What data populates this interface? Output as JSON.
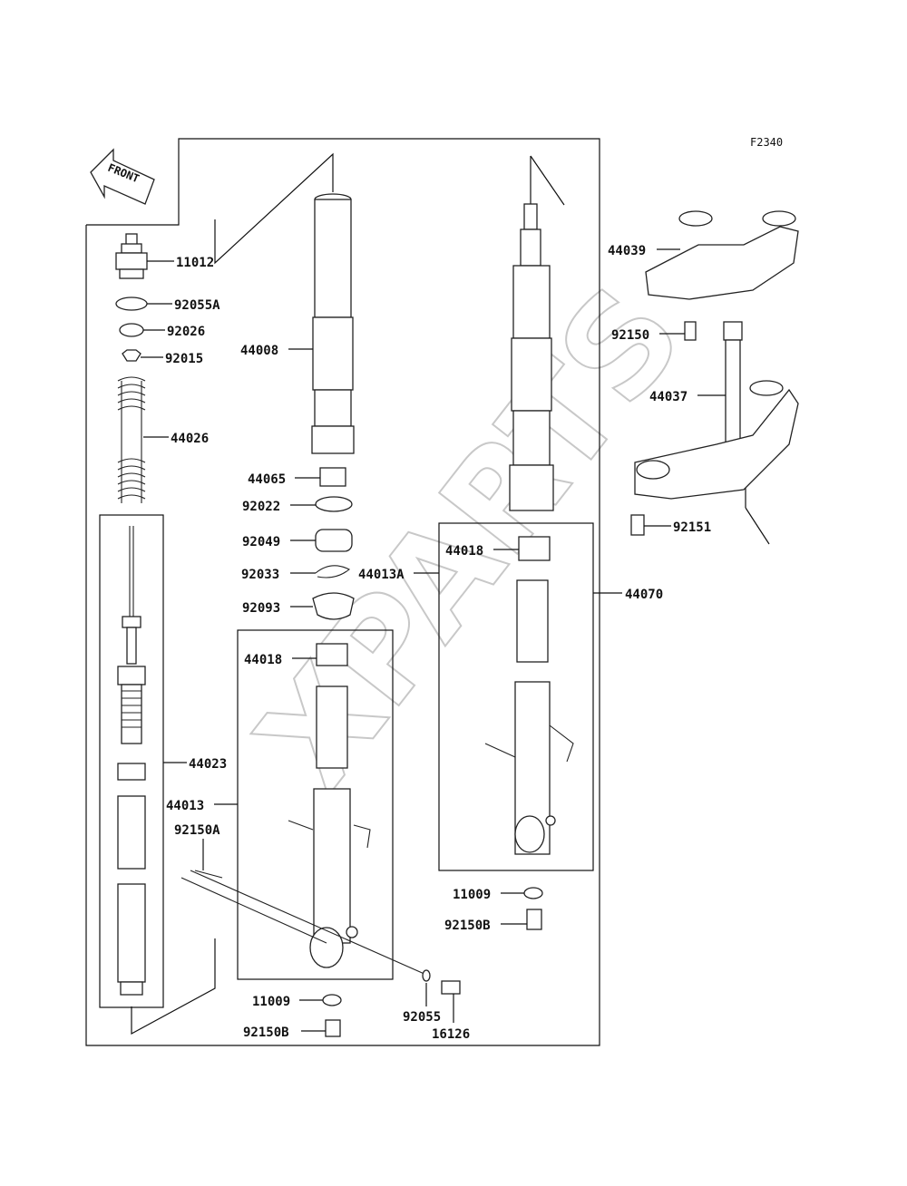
{
  "diagram": {
    "figure_code": "F2340",
    "front_label": "FRONT",
    "watermark": "XPARTS",
    "labels": [
      {
        "id": "11012",
        "text": "11012"
      },
      {
        "id": "92055A",
        "text": "92055A"
      },
      {
        "id": "92026",
        "text": "92026"
      },
      {
        "id": "92015",
        "text": "92015"
      },
      {
        "id": "44026",
        "text": "44026"
      },
      {
        "id": "44008",
        "text": "44008"
      },
      {
        "id": "44065",
        "text": "44065"
      },
      {
        "id": "92022",
        "text": "92022"
      },
      {
        "id": "92049",
        "text": "92049"
      },
      {
        "id": "92033",
        "text": "92033"
      },
      {
        "id": "44013A",
        "text": "44013A"
      },
      {
        "id": "92093",
        "text": "92093"
      },
      {
        "id": "44018a",
        "text": "44018"
      },
      {
        "id": "44018b",
        "text": "44018"
      },
      {
        "id": "44023",
        "text": "44023"
      },
      {
        "id": "44013",
        "text": "44013"
      },
      {
        "id": "92150A",
        "text": "92150A"
      },
      {
        "id": "44070",
        "text": "44070"
      },
      {
        "id": "44039",
        "text": "44039"
      },
      {
        "id": "92150",
        "text": "92150"
      },
      {
        "id": "44037",
        "text": "44037"
      },
      {
        "id": "92151",
        "text": "92151"
      },
      {
        "id": "11009a",
        "text": "11009"
      },
      {
        "id": "92150Ba",
        "text": "92150B"
      },
      {
        "id": "11009b",
        "text": "11009"
      },
      {
        "id": "92150Bb",
        "text": "92150B"
      },
      {
        "id": "92055",
        "text": "92055"
      },
      {
        "id": "16126",
        "text": "16126"
      }
    ]
  }
}
